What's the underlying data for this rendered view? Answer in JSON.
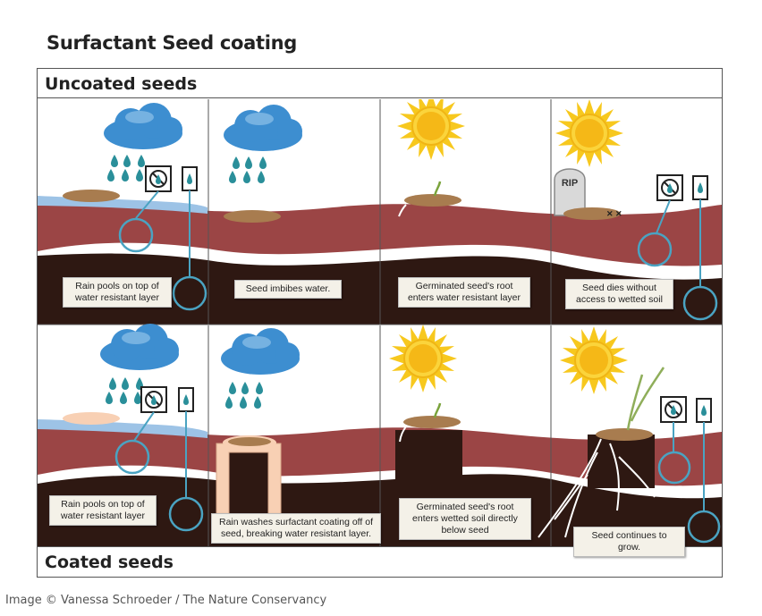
{
  "title": "Surfactant Seed coating",
  "rows": {
    "uncoated": "Uncoated seeds",
    "coated": "Coated seeds"
  },
  "captions": {
    "u1": "Rain pools on top of water resistant layer",
    "u2": "Seed imbibes water.",
    "u3": "Germinated seed's root enters water resistant layer",
    "u4": "Seed dies without access to wetted soil",
    "c1": "Rain pools on top of water resistant layer",
    "c2": "Rain washes surfactant coating off of seed, breaking water resistant layer.",
    "c3": "Germinated seed's root enters wetted soil directly below seed",
    "c4": "Seed continues to grow."
  },
  "tombstone_text": "RIP",
  "credit": "Image © Vanessa Schroeder / The Nature Conservancy",
  "colors": {
    "rain_cloud": "#3d8ed0",
    "rain_drop": "#2a8f9a",
    "water": "#9dc3e6",
    "red_layer": "#9b4545",
    "dark_soil": "#2e1812",
    "sun": "#f7c81e",
    "seed": "#a87c4f",
    "coating": "#f8d0b4",
    "marker": "#4aa3c2"
  },
  "icons": [
    "rain-cloud-icon",
    "sun-icon",
    "no-water-icon",
    "water-drop-icon",
    "tombstone-icon"
  ]
}
